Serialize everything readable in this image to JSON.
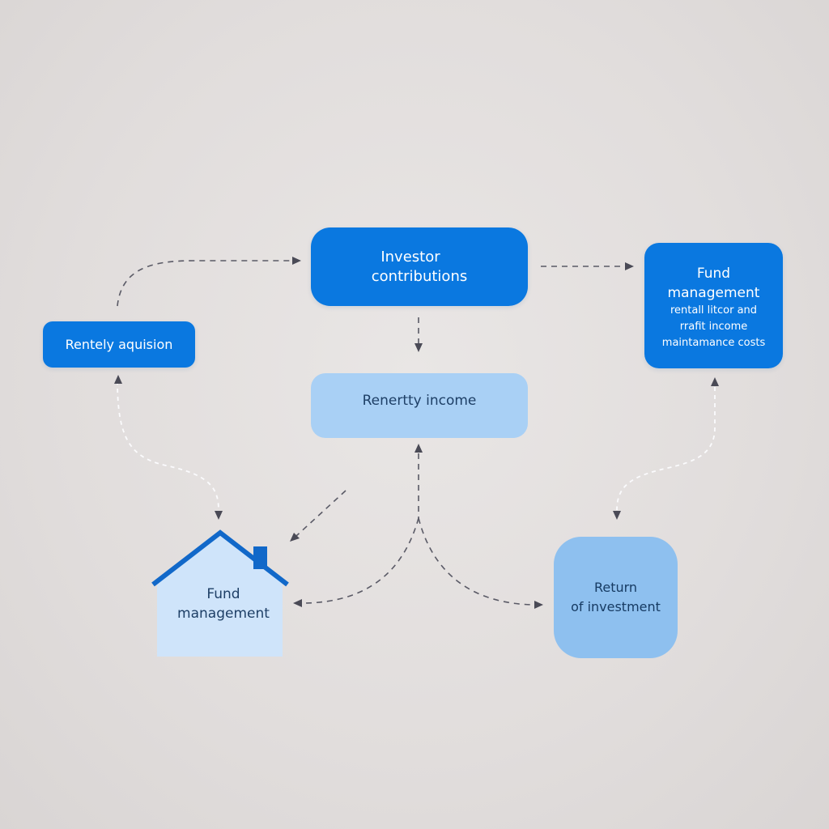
{
  "diagram": {
    "nodes": {
      "acquisition": {
        "label": "Rentely aquision"
      },
      "investor": {
        "line1": "Investor",
        "line2": "contributions"
      },
      "fund_top": {
        "title_line1": "Fund",
        "title_line2": "management",
        "detail_line1": "rentall litcor and",
        "detail_line2": "rrafit income",
        "detail_line3": "maintamance costs"
      },
      "income": {
        "label": "Renertty income"
      },
      "house": {
        "line1": "Fund",
        "line2": "management"
      },
      "roi": {
        "line1": "Return",
        "line2": "of investment"
      }
    },
    "colors": {
      "primary": "#0a78e0",
      "light": "#a9d0f5",
      "medium": "#8ec0ef",
      "house_fill": "#cfe4fa",
      "house_roof": "#1168c9",
      "arrow": "#5a5a66",
      "background": "#e3dfde"
    },
    "icons": [
      "house-icon",
      "arrow-head-icon"
    ]
  }
}
